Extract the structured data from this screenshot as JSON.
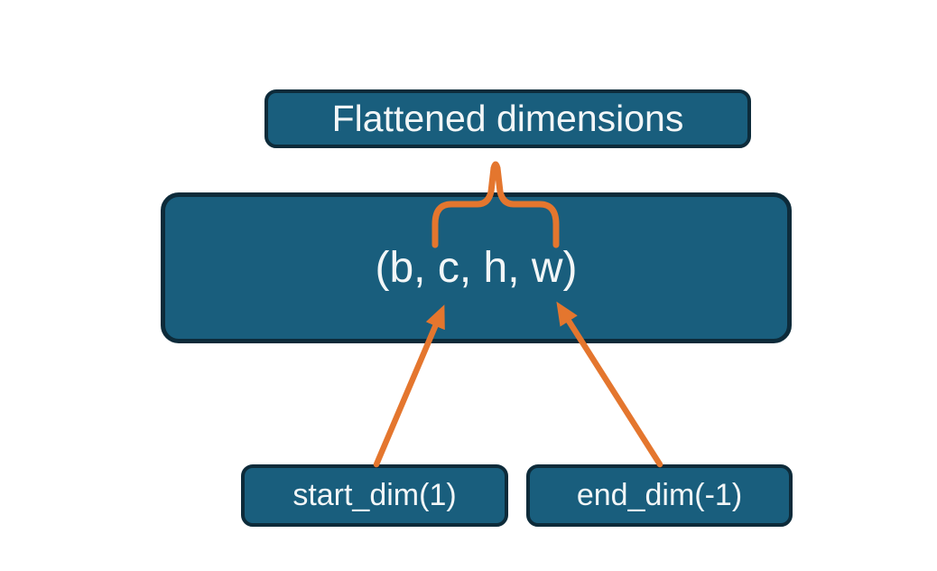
{
  "diagram": {
    "background": "#ffffff",
    "colors": {
      "background": "#ffffff",
      "box_fill": "#195e7d",
      "box_border": "#0d2b3a",
      "text": "#f2f6f7",
      "accent": "#e4762e"
    },
    "flattened_label": {
      "text": "Flattened dimensions"
    },
    "tensor_box": {
      "text": "(b, c, h, w)"
    },
    "start_dim_box": {
      "text": "start_dim(1)"
    },
    "end_dim_box": {
      "text": "end_dim(-1)"
    }
  }
}
